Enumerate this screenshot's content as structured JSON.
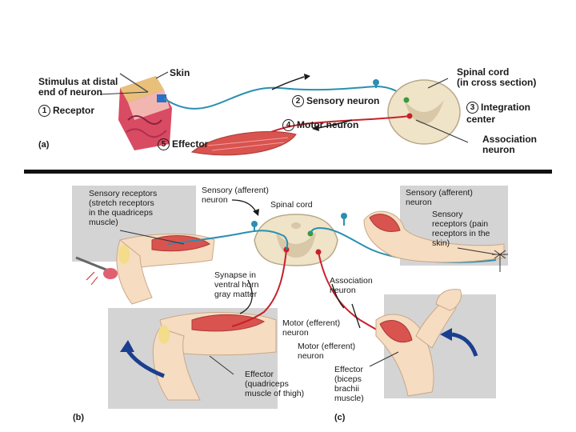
{
  "panel_a": {
    "part_label": "(a)",
    "skin": "Skin",
    "stimulus": "Stimulus at distal\nend of neuron",
    "spinal_cord": "Spinal cord\n(in cross section)",
    "association_neuron": "Association\nneuron",
    "steps": [
      {
        "num": "1",
        "label": "Receptor"
      },
      {
        "num": "2",
        "label": "Sensory neuron"
      },
      {
        "num": "3",
        "label": "Integration\ncenter"
      },
      {
        "num": "4",
        "label": "Motor neuron"
      },
      {
        "num": "5",
        "label": "Effector"
      }
    ]
  },
  "panel_b": {
    "part_label": "(b)",
    "sensory_receptors": "Sensory receptors\n(stretch receptors\nin the quadriceps\nmuscle)",
    "sensory_afferent": "Sensory (afferent)\nneuron",
    "spinal_cord": "Spinal cord",
    "synapse": "Synapse in\nventral horn\ngray matter",
    "motor_efferent": "Motor (efferent)\nneuron",
    "effector": "Effector\n(quadriceps\nmuscle of thigh)"
  },
  "panel_c": {
    "part_label": "(c)",
    "sensory_afferent": "Sensory (afferent)\nneuron",
    "sensory_receptors": "Sensory\nreceptors (pain\nreceptors in the\nskin)",
    "association_neuron": "Association\nneuron",
    "motor_efferent": "Motor (efferent)\nneuron",
    "effector": "Effector\n(biceps\nbrachii\nmuscle)"
  },
  "colors": {
    "sensory": "#2a8fb0",
    "motor": "#c8202a",
    "association": "#3a9a3a",
    "skin": "#f6dcc0",
    "muscle": "#d9534f",
    "cord": "#efe3c8",
    "arrow": "#1b3f8f",
    "panel_bg": "#d4d4d4"
  }
}
